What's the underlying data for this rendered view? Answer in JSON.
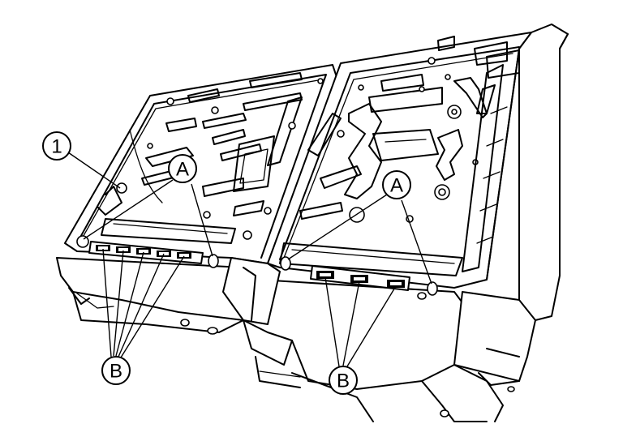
{
  "callouts": {
    "part_1": "1",
    "a_left": "A",
    "a_right": "A",
    "b_left": "B",
    "b_right": "B"
  }
}
